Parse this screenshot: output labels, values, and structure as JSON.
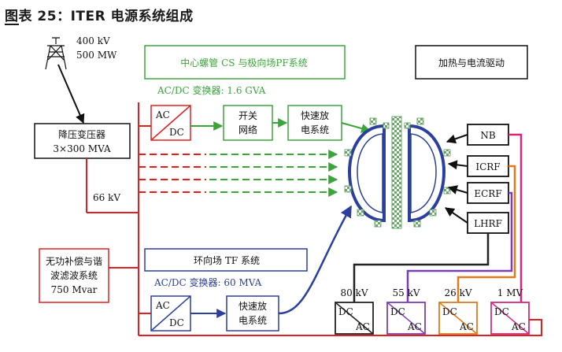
{
  "figure": {
    "title": "图表 25：ITER 电源系统组成"
  },
  "grid": {
    "voltage": "400 kV",
    "power": "500 MW"
  },
  "transformer": {
    "line1": "降压变压器",
    "line2": "3×300 MVA"
  },
  "bus_label": "66 kV",
  "compensator": {
    "line1": "无功补偿与谐",
    "line2": "波滤波系统",
    "line3": "750 Mvar"
  },
  "cs_pf": {
    "box_label": "中心螺管 CS 与极向场PF系统",
    "converter_rating": "AC/DC 变换器: 1.6 GVA",
    "switch_line1": "开关",
    "switch_line2": "网络",
    "fast_line1": "快速放",
    "fast_line2": "电系统"
  },
  "tf": {
    "box_label": "环向场 TF 系统",
    "converter_rating": "AC/DC 变换器: 60 MVA",
    "fast_line1": "快速放",
    "fast_line2": "电系统"
  },
  "converter": {
    "ac": "AC",
    "dc": "DC"
  },
  "heating": {
    "box_label": "加热与电流驱动",
    "systems": [
      "NB",
      "ICRF",
      "ECRF",
      "LHRF"
    ]
  },
  "hv_supplies": [
    {
      "voltage": "80 kV",
      "dc": "DC",
      "ac": "AC",
      "color": "#222222"
    },
    {
      "voltage": "55 kV",
      "dc": "DC",
      "ac": "AC",
      "color": "#7b3fb5"
    },
    {
      "voltage": "26 kV",
      "dc": "DC",
      "ac": "AC",
      "color": "#e07a1a"
    },
    {
      "voltage": "1 MV",
      "dc": "DC",
      "ac": "AC",
      "color": "#d6287a"
    }
  ],
  "colors": {
    "ac_bus": "#e02020",
    "pf": "#3aa63a",
    "tf": "#2a3f9e"
  }
}
